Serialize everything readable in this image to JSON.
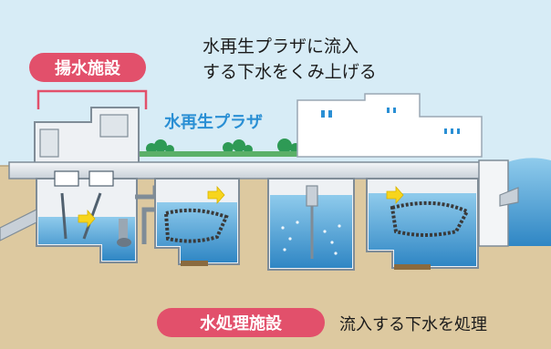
{
  "labels": {
    "pump_facility": "揚水施設",
    "plaza_caption_line1": "水再生プラザに流入",
    "plaza_caption_line2": "する下水をくみ上げる",
    "plaza_name": "水再生プラザ",
    "treatment_facility": "水処理施設",
    "treatment_caption": "流入する下水を処理"
  },
  "colors": {
    "accent_pink": "#e2506b",
    "sky": "#d7ecf6",
    "ground": "#ddc9a0",
    "water": "#2f8cc8",
    "plaza_text": "#2a8fd4",
    "flow_arrow": "#f7d51d"
  }
}
